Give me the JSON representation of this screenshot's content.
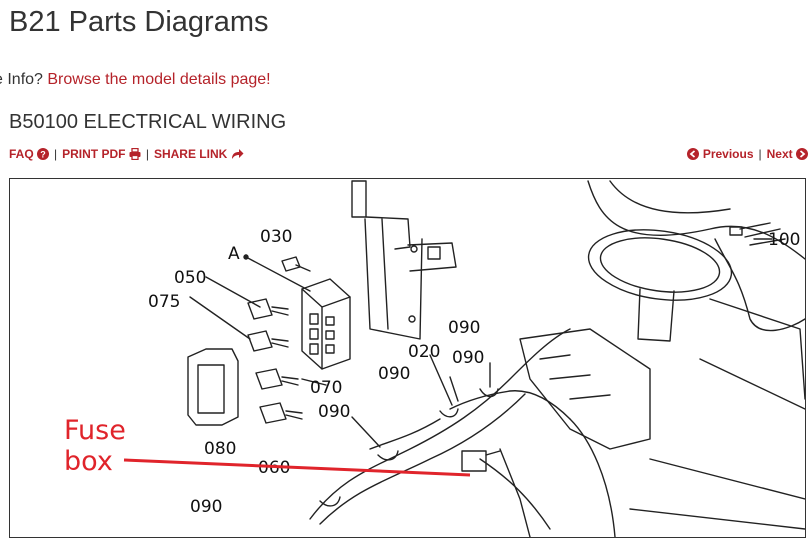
{
  "header": {
    "title": "B21 Parts Diagrams",
    "info_prefix": "e Info? ",
    "info_link": "Browse the model details page!"
  },
  "section": {
    "title": "B50100 ELECTRICAL WIRING"
  },
  "actions": {
    "faq": "FAQ",
    "print_pdf": "PRINT PDF",
    "share_link": "SHARE LINK",
    "separator": "|"
  },
  "pager": {
    "previous": "Previous",
    "next": "Next",
    "separator": "|"
  },
  "diagram": {
    "labels": {
      "l030": "030",
      "lA": "A",
      "l050": "050",
      "l075": "075",
      "l020": "020",
      "l090a": "090",
      "l090b": "090",
      "l090c": "090",
      "l090d": "090",
      "l090e": "090",
      "l070": "070",
      "l080": "080",
      "l060": "060",
      "l100": "100"
    },
    "annotation": {
      "line1": "Fuse",
      "line2": "box",
      "color": "#e0242b"
    }
  },
  "colors": {
    "link": "#b5232a",
    "text": "#333333"
  }
}
